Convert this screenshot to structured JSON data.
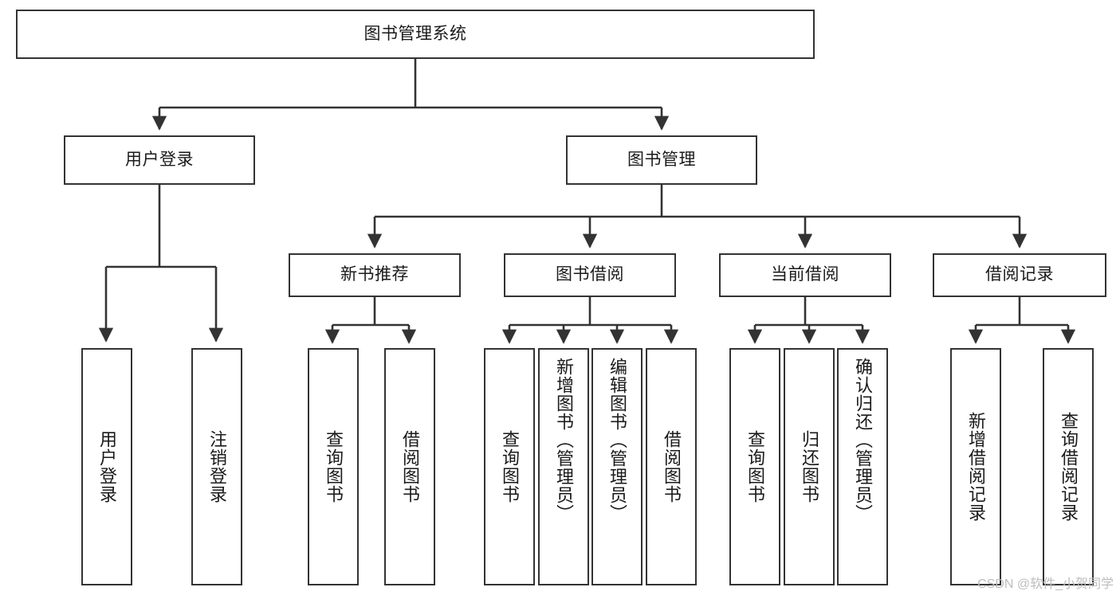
{
  "diagram": {
    "title": "图书管理系统",
    "type": "tree-hierarchy",
    "root": {
      "label": "图书管理系统"
    },
    "level1": [
      {
        "label": "用户登录"
      },
      {
        "label": "图书管理"
      }
    ],
    "level2": [
      {
        "label": "新书推荐"
      },
      {
        "label": "图书借阅"
      },
      {
        "label": "当前借阅"
      },
      {
        "label": "借阅记录"
      }
    ],
    "leaves": {
      "user_login": [
        {
          "label": "用户登录"
        },
        {
          "label": "注销登录"
        }
      ],
      "new_book": [
        {
          "label": "查询图书"
        },
        {
          "label": "借阅图书"
        }
      ],
      "book_borrow": [
        {
          "label": "查询图书"
        },
        {
          "label": "新增图书（管理员）"
        },
        {
          "label": "编辑图书（管理员）"
        },
        {
          "label": "借阅图书"
        }
      ],
      "current_borrow": [
        {
          "label": "查询图书"
        },
        {
          "label": "归还图书"
        },
        {
          "label": "确认归还（管理员）"
        }
      ],
      "borrow_record": [
        {
          "label": "新增借阅记录"
        },
        {
          "label": "查询借阅记录"
        }
      ]
    }
  },
  "watermark": {
    "text": "CSDN @软件_小贺同学"
  },
  "colors": {
    "stroke": "#333333",
    "text": "#1a1a1a",
    "background": "#ffffff",
    "watermark": "#bdbdbd"
  }
}
